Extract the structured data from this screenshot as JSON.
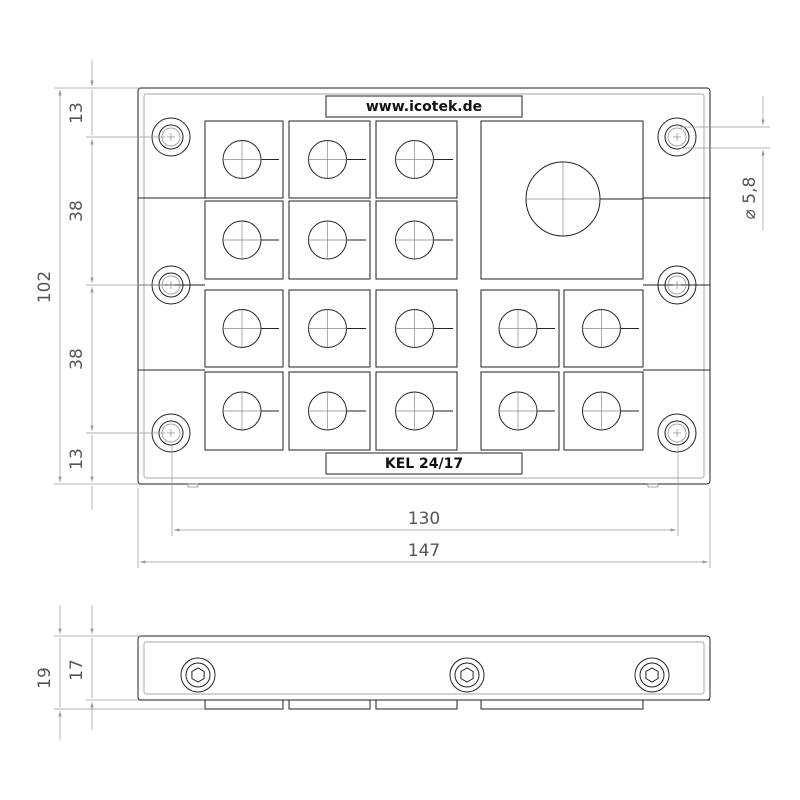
{
  "brand_label": "www.icotek.de",
  "model_label": "KEL 24/17",
  "dimensions": {
    "top_margin": "13",
    "upper_row": "38",
    "total_height": "102",
    "lower_row": "38",
    "bottom_margin": "13",
    "hole_diameter": "⌀ 5,8",
    "hole_spacing": "130",
    "total_width": "147",
    "side_total": "19",
    "side_body": "17"
  }
}
